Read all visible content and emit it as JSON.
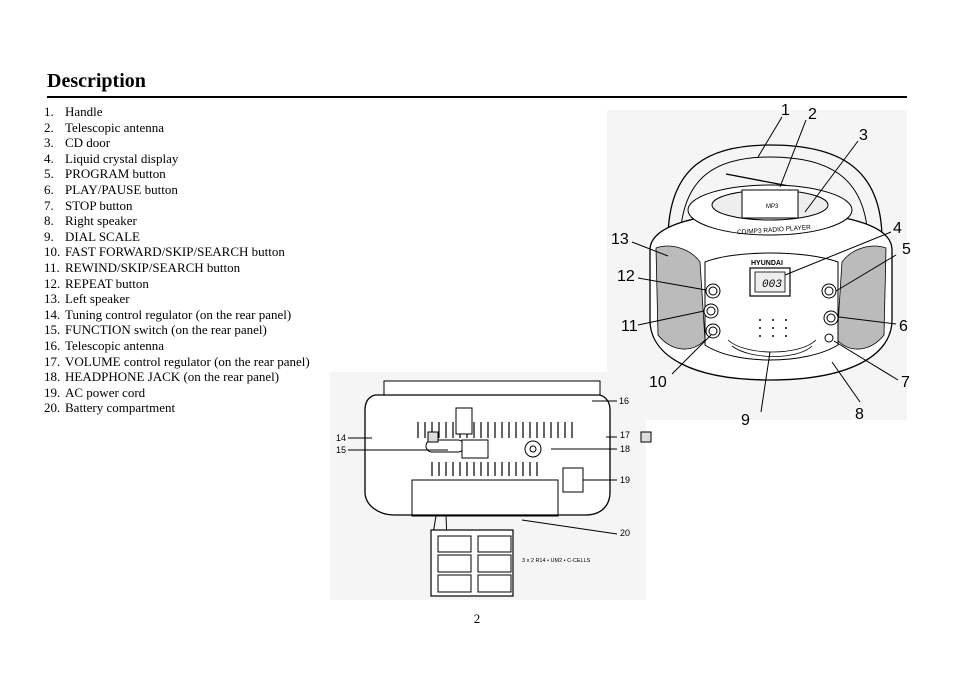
{
  "heading": "Description",
  "items": [
    {
      "num": "1.",
      "label": "Handle"
    },
    {
      "num": "2.",
      "label": "Telescopic antenna"
    },
    {
      "num": "3.",
      "label": "CD door"
    },
    {
      "num": "4.",
      "label": "Liquid crystal display"
    },
    {
      "num": "5.",
      "label": "PROGRAM button"
    },
    {
      "num": "6.",
      "label": "PLAY/PAUSE button"
    },
    {
      "num": "7.",
      "label": "STOP button"
    },
    {
      "num": "8.",
      "label": "Right speaker"
    },
    {
      "num": "9.",
      "label": "DIAL SCALE"
    },
    {
      "num": "10.",
      "label": "FAST FORWARD/SKIP/SEARCH button"
    },
    {
      "num": "11.",
      "label": "REWIND/SKIP/SEARCH button"
    },
    {
      "num": "12.",
      "label": "REPEAT button"
    },
    {
      "num": "13.",
      "label": "Left speaker"
    },
    {
      "num": "14.",
      "label": "Tuning control regulator (on the rear panel)"
    },
    {
      "num": "15.",
      "label": "FUNCTION switch (on the rear panel)"
    },
    {
      "num": "16.",
      "label": "Telescopic antenna"
    },
    {
      "num": "17.",
      "label": "VOLUME control regulator (on the rear panel)"
    },
    {
      "num": "18.",
      "label": "HEADPHONE JACK (on the rear panel)"
    },
    {
      "num": "19.",
      "label": "AC power cord"
    },
    {
      "num": "20.",
      "label": "Battery compartment"
    }
  ],
  "front_callouts": [
    "1",
    "2",
    "3",
    "4",
    "5",
    "6",
    "7",
    "8",
    "9",
    "10",
    "11",
    "12",
    "13"
  ],
  "rear_callouts": [
    "14",
    "15",
    "16",
    "17",
    "18",
    "19",
    "20"
  ],
  "device": {
    "brand": "HYUNDAI",
    "lid_text": "CD/MP3  RADIO PLAYER",
    "display_digits": "003",
    "battery_spec": "3 x 2  R14 • UM2 • C-CELLS",
    "mp3_badge": "MP3"
  },
  "page_number": "2"
}
